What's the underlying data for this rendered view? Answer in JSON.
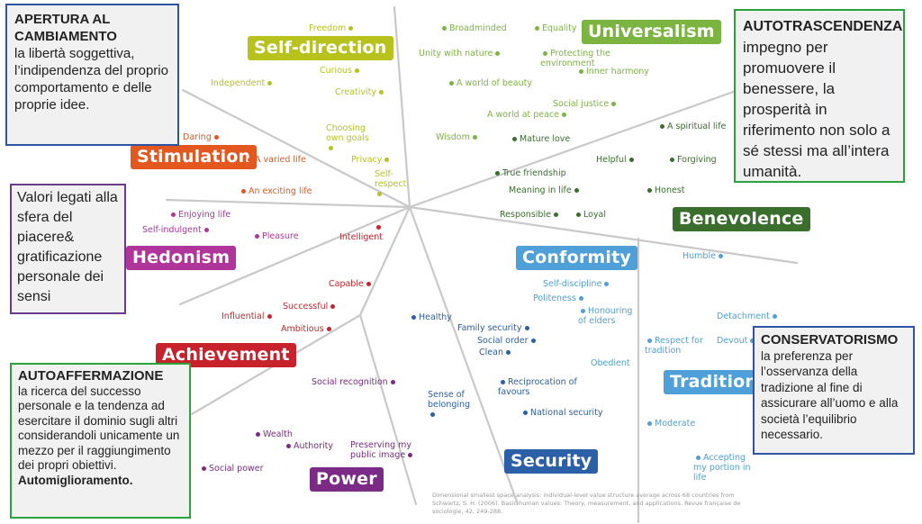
{
  "colors": {
    "openness": "#b7c31c",
    "stimulation": "#e2581f",
    "hedonism": "#b0359a",
    "achievement": "#c8232c",
    "power": "#7b2a85",
    "security": "#2b5fa6",
    "conformity": "#4f9fd8",
    "tradition": "#4f9fd8",
    "benevolence": "#3a6e2d",
    "universalism": "#7cb441",
    "lines": "#c9c9c9",
    "box_blue": "#2e55a4",
    "box_green": "#2aa33a",
    "box_purple": "#6a3a8c"
  },
  "headers": {
    "self_direction": "Self-direction",
    "universalism": "Universalism",
    "stimulation": "Stimulation",
    "benevolence": "Benevolence",
    "hedonism": "Hedonism",
    "conformity": "Conformity",
    "achievement": "Achievement",
    "tradition": "Tradition",
    "security": "Security",
    "power": "Power"
  },
  "values": {
    "self_direction": [
      "Freedom",
      "Curious",
      "Independent",
      "Creativity",
      "Choosing own goals",
      "Privacy",
      "Self-respect"
    ],
    "universalism": [
      "Broadminded",
      "Equality",
      "Unity with nature",
      "Protecting the environment",
      "Inner harmony",
      "A world of beauty",
      "Social justice",
      "A world at peace",
      "Wisdom"
    ],
    "benevolence": [
      "A spiritual life",
      "Mature love",
      "Helpful",
      "Forgiving",
      "True friendship",
      "Meaning in life",
      "Honest",
      "Responsible",
      "Loyal"
    ],
    "stimulation": [
      "Daring",
      "A varied life",
      "An exciting life"
    ],
    "hedonism": [
      "Enjoying life",
      "Self-indulgent",
      "Pleasure"
    ],
    "achievement": [
      "Intelligent",
      "Capable",
      "Successful",
      "Influential",
      "Ambitious"
    ],
    "power": [
      "Social recognition",
      "Wealth",
      "Authority",
      "Preserving my public image",
      "Social power"
    ],
    "security": [
      "Healthy",
      "Family security",
      "Social order",
      "Clean",
      "Reciprocation of favours",
      "Sense of belonging",
      "National security"
    ],
    "conformity": [
      "Self-discipline",
      "Politeness",
      "Honouring of elders",
      "Obedient"
    ],
    "tradition": [
      "Humble",
      "Detachment",
      "Respect for tradition",
      "Devout",
      "Moderate",
      "Accepting my portion in life"
    ]
  },
  "boxes": {
    "apertura": {
      "title": "APERTURA AL CAMBIAMENTO",
      "body": "la libertà soggettiva, l’indipendenza del proprio comportamento e delle proprie idee."
    },
    "autotrascendenza": {
      "title": "AUTOTRASCENDENZA",
      "body": "impegno per promuovere il benessere, la prosperità in riferimento non solo a sé stessi ma all’intera umanità."
    },
    "piacere": {
      "body": "Valori legati alla sfera del piacere& gratificazione personale dei sensi"
    },
    "autoaffermazione": {
      "title": "AUTOAFFERMAZIONE",
      "body": "la ricerca del successo personale e la tendenza ad esercitare il dominio sugli altri considerandoli unicamente un mezzo per il raggiungimento dei propri obiettivi.",
      "extra": "Automiglioramento."
    },
    "conservatorismo": {
      "title": "CONSERVATORISMO",
      "body": "la preferenza per l’osservanza della tradizione al fine di assicurare all’uomo e alla società l’equilibrio necessario."
    }
  },
  "citation": "Dimensional smallest space analysis: individual-level value structure average across 68 countries from Schwartz, S. H. (2006). Basic human values: Theory, measurement, and applications. Revue française de sociologie, 42, 249-288."
}
